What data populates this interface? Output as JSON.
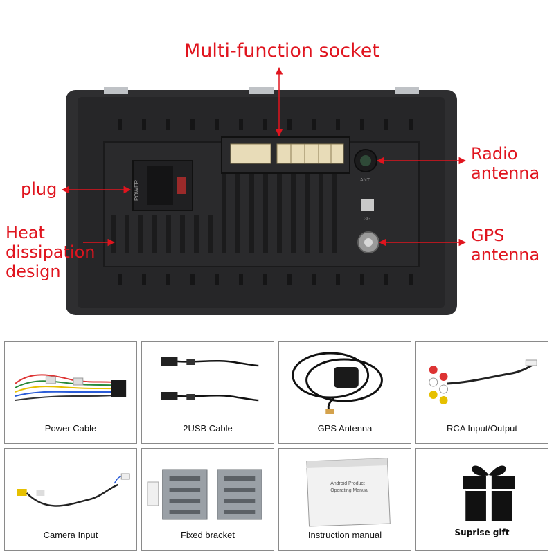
{
  "callouts": {
    "multi_function_socket": "Multi-function socket",
    "radio_antenna_line1": "Radio",
    "radio_antenna_line2": "antenna",
    "plug": "plug",
    "heat_line1": "Heat",
    "heat_line2": "dissipation",
    "heat_line3": "design",
    "gps_antenna_line1": "GPS",
    "gps_antenna_line2": "antenna"
  },
  "device_labels": {
    "power": "POWER",
    "ant": "ANT",
    "sim": "3G"
  },
  "manual_text": {
    "line1": "Android Product",
    "line2": "Operating Manual"
  },
  "accessories": [
    {
      "label": "Power Cable"
    },
    {
      "label": "2USB  Cable"
    },
    {
      "label": "GPS  Antenna"
    },
    {
      "label": "RCA Input/Output"
    },
    {
      "label": "Camera  Input"
    },
    {
      "label": "Fixed bracket"
    },
    {
      "label": "Instruction manual"
    },
    {
      "label": "Suprise gift"
    }
  ],
  "colors": {
    "callout_red": "#e0141e",
    "device_body": "#2b2b2d",
    "cell_border": "#8a8a8a"
  }
}
